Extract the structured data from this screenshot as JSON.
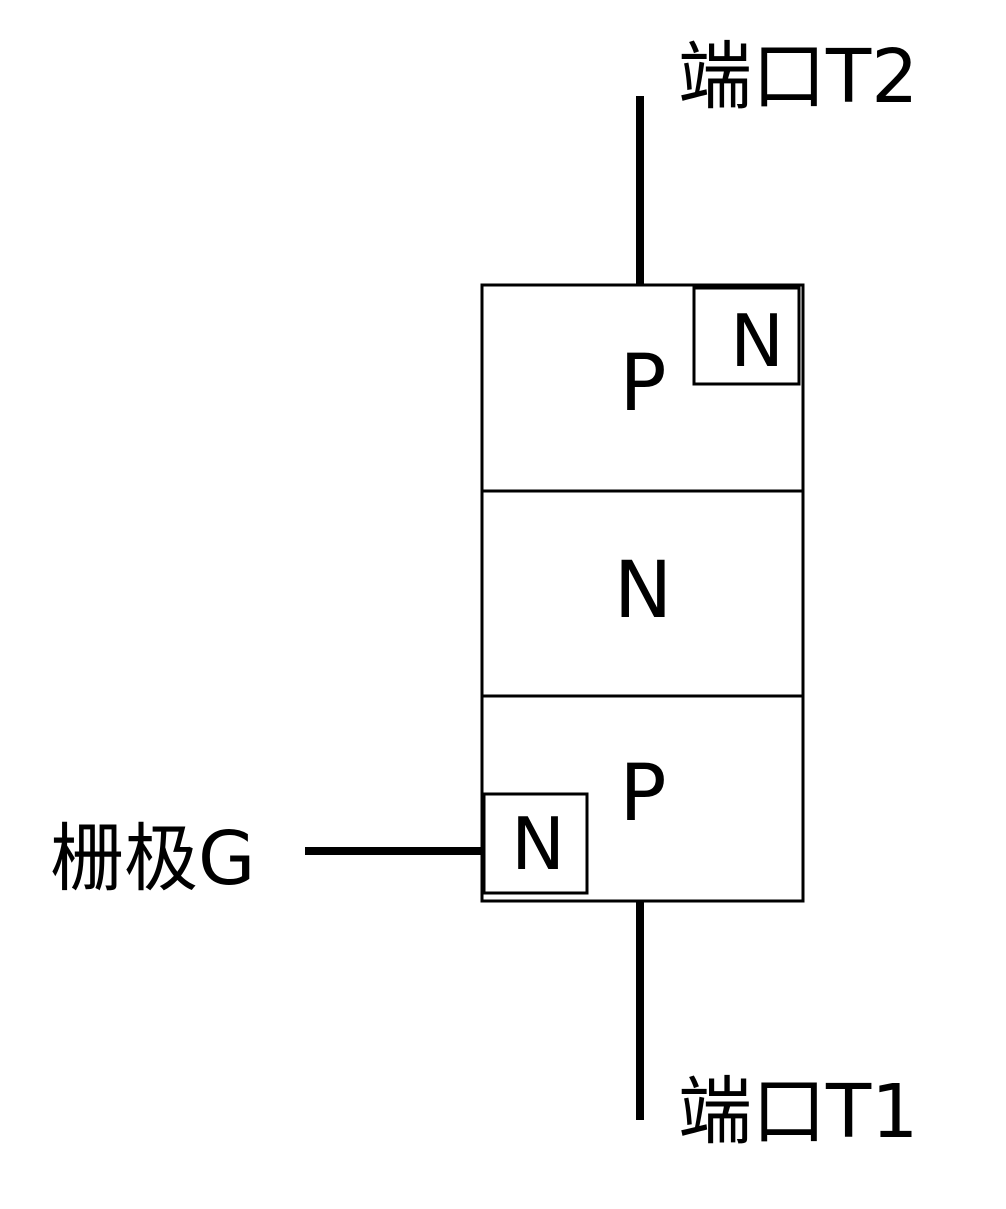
{
  "colors": {
    "stroke": "#000000",
    "background": "#ffffff"
  },
  "terminals": {
    "top": "端口T2",
    "bottom": "端口T1",
    "gate": "栅极G"
  },
  "layers": {
    "top": "P",
    "middle": "N",
    "bottom": "P"
  },
  "inserts": {
    "top_right": "N",
    "bottom_left": "N"
  }
}
